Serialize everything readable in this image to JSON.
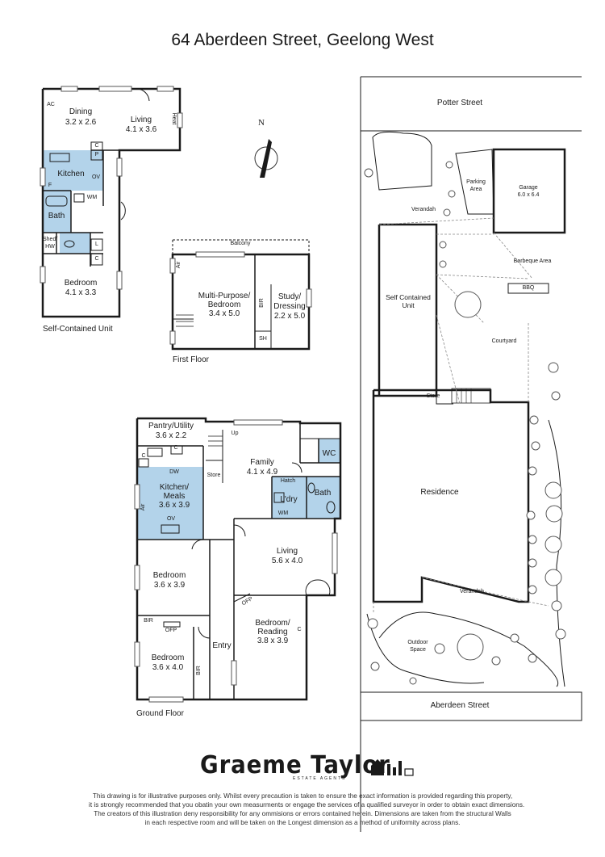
{
  "title": "64 Aberdeen Street, Geelong West",
  "compass": {
    "label": "N",
    "icon": "north-arrow-icon"
  },
  "colors": {
    "wet_areas": "#b3d3ea",
    "walls": "#1a1a1a",
    "dashed": "#888888"
  },
  "self_contained_unit": {
    "caption": "Self-Contained Unit",
    "rooms": {
      "dining_name": "Dining",
      "dining_size": "3.2 x 2.6",
      "living_name": "Living",
      "living_size": "4.1 x 3.6",
      "kitchen": "Kitchen",
      "bath": "Bath",
      "bedroom_name": "Bedroom",
      "bedroom_size": "4.1 x 3.3"
    },
    "fixtures": {
      "ac": "AC",
      "heat": "Heat",
      "c1": "C",
      "p": "P",
      "ov": "OV",
      "f": "F",
      "wm": "WM",
      "shed": "Shed/",
      "hw": "HW",
      "l": "L",
      "c2": "C"
    }
  },
  "first_floor": {
    "caption": "First Floor",
    "rooms": {
      "balcony": "Balcony",
      "multi_1": "Multi-Purpose/",
      "multi_2": "Bedroom",
      "multi_size": "3.4 x 5.0",
      "study_1": "Study/",
      "study_2": "Dressing",
      "study_size": "2.2 x 5.0"
    },
    "fixtures": {
      "air": "Air",
      "bir": "BIR",
      "sh": "SH"
    }
  },
  "ground_floor": {
    "caption": "Ground Floor",
    "rooms": {
      "pantry_name": "Pantry/Utility",
      "pantry_size": "3.6 x 2.2",
      "up": "Up",
      "family_name": "Family",
      "family_size": "4.1 x 4.9",
      "wc": "WC",
      "kitchen_1": "Kitchen/",
      "kitchen_2": "Meals",
      "kitchen_size": "3.6 x 3.9",
      "store": "Store",
      "hatch": "Hatch",
      "laundry": "L'dry",
      "bath": "Bath",
      "living_name": "Living",
      "living_size": "5.6 x 4.0",
      "bed1_name": "Bedroom",
      "bed1_size": "3.6 x 3.9",
      "reading_1": "Bedroom/",
      "reading_2": "Reading",
      "reading_size": "3.8 x 3.9",
      "bed2_name": "Bedroom",
      "bed2_size": "3.6 x 4.0",
      "entry": "Entry"
    },
    "fixtures": {
      "c1": "C",
      "c2": "C",
      "dw": "DW",
      "ov": "OV",
      "air": "Air",
      "wm": "WM",
      "bir1": "BIR",
      "ofp1": "OFP",
      "ofp2": "OFP",
      "bir2": "BIR",
      "c3": "C"
    }
  },
  "site_plan": {
    "potter_street": "Potter Street",
    "parking_1": "Parking",
    "parking_2": "Area",
    "garage_name": "Garage",
    "garage_size": "6.0 x 6.4",
    "verandah_1": "Verandah",
    "barbeque_area": "Barbeque Area",
    "bbq": "BBQ",
    "scu_1": "Self Contained",
    "scu_2": "Unit",
    "courtyard": "Courtyard",
    "store": "Store",
    "residence": "Residence",
    "verandah_2": "Verandah",
    "outdoor_1": "Outdoor",
    "outdoor_2": "Space",
    "aberdeen_street": "Aberdeen Street"
  },
  "logo": {
    "name": "Graeme Taylor",
    "subtitle": "ESTATE AGENTS"
  },
  "disclaimer": [
    "This drawing is for illustrative purposes only. Whilst every precaution is taken to ensure the exact information is provided regarding this property,",
    "it is strongly recommended that you obatin your own measurments or engage the services of a qualified surveyor in order to obtain exact dimensions.",
    "The creators of this illustration deny responsibility for any ommisions or errors contained herein. Dimensions are taken from the structural Walls",
    "in each respective room and will be taken on the Longest dimension as a method of uniformity across plans."
  ]
}
